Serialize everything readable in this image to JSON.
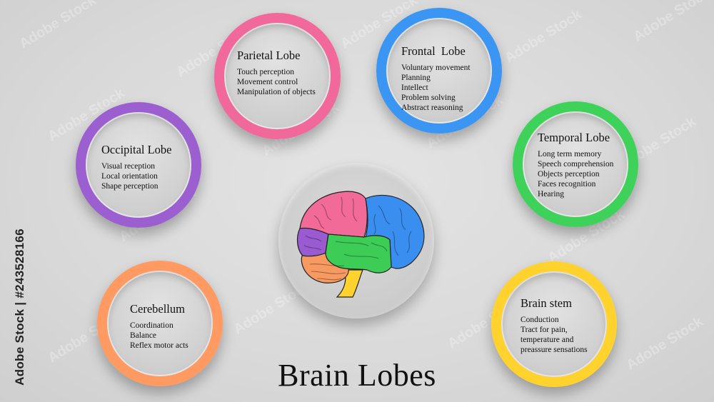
{
  "title": "Brain Lobes",
  "stock_id": "Adobe Stock | #243528166",
  "watermark": "Adobe Stock",
  "lobes": [
    {
      "name": "Parietal Lobe",
      "color": "#f0699a",
      "items": [
        "Touch perception",
        "Movement control",
        "Manipulation of objects"
      ]
    },
    {
      "name": "Frontal  Lobe",
      "color": "#3a96f2",
      "items": [
        "Voluntary movement",
        "Planning",
        "Intellect",
        "Problem solving",
        "Abstract reasoning"
      ]
    },
    {
      "name": "Occipital Lobe",
      "color": "#9b5fcf",
      "items": [
        "Visual reception",
        "Local orientation",
        "Shape perception"
      ]
    },
    {
      "name": "Temporal Lobe",
      "color": "#3fd25a",
      "items": [
        "Long term memory",
        "Speech comprehension",
        "Objects perception",
        "Faces recognition",
        "Hearing"
      ]
    },
    {
      "name": "Cerebellum",
      "color": "#ff9a62",
      "items": [
        "Coordination",
        "Balance",
        "Reflex motor acts"
      ]
    },
    {
      "name": "Brain stem",
      "color": "#ffd22e",
      "items": [
        "Conduction",
        "Tract for pain,",
        "temperature and",
        "preassure sensations"
      ]
    }
  ],
  "brain_colors": {
    "frontal": "#3a8ef0",
    "parietal": "#f26a98",
    "occipital": "#9a5ad0",
    "temporal": "#3dcc55",
    "cerebellum": "#f79a62",
    "stem": "#ffd22e"
  }
}
